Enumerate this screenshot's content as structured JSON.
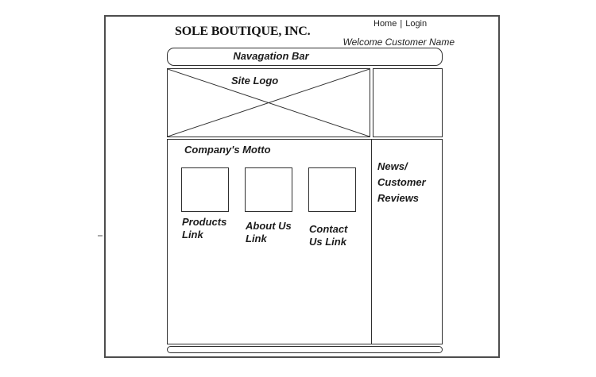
{
  "header": {
    "company_name": "SOLE BOUTIQUE, INC.",
    "home_label": "Home",
    "separator": "|",
    "login_label": "Login",
    "welcome_message": "Welcome Customer Name"
  },
  "wireframe": {
    "nav_bar_label": "Navagation Bar",
    "site_logo_label": "Site Logo",
    "motto_label": "Company's Motto",
    "product_links": [
      {
        "label": "Products Link"
      },
      {
        "label": "About Us Link"
      },
      {
        "label": "Contact Us Link"
      }
    ],
    "sidebar_label": "News/ Customer Reviews"
  },
  "colors": {
    "background": "#ffffff",
    "line": "#2f2f2f",
    "frame_border": "#4d4d4d",
    "text": "#1c1c1c"
  }
}
